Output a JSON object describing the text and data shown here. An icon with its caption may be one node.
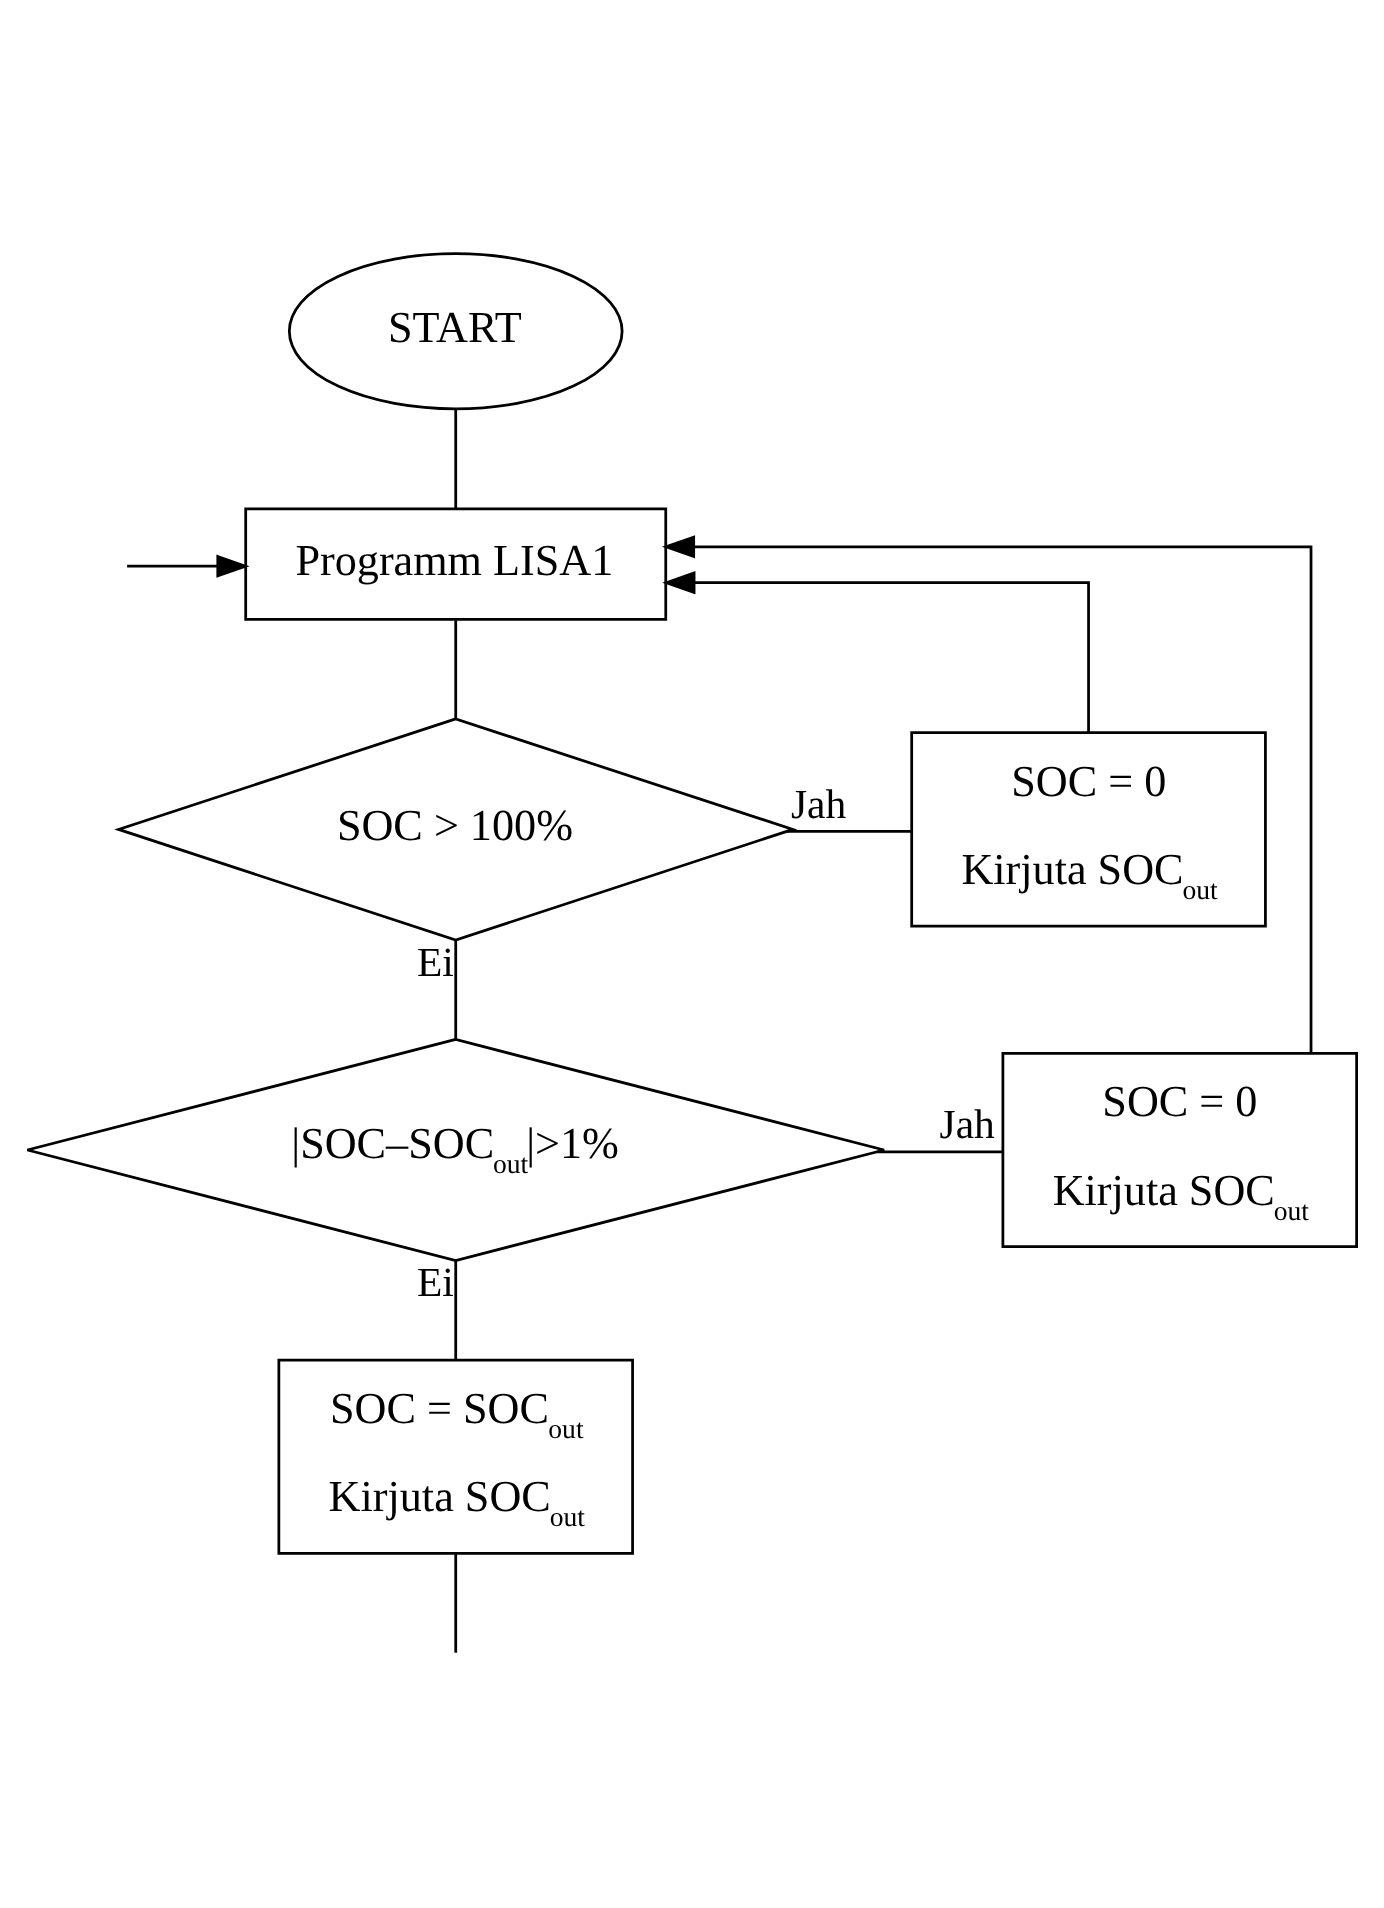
{
  "diagram": {
    "nodes": [
      {
        "text": [
          "START"
        ]
      },
      {
        "text": [
          "Programm LISA1"
        ]
      },
      {
        "text": [
          "SOC > 100%"
        ]
      },
      {
        "text": [
          "SOC = 0",
          "Kirjuta SOC$_{out}$"
        ]
      },
      {
        "text": [
          "|SOC–SOC$_{out}$|>1%"
        ]
      },
      {
        "text": [
          "SOC = 0",
          "Kirjuta SOC$_{out}$"
        ]
      },
      {
        "text": [
          "SOC = SOC$_{out}$",
          "Kirjuta SOC$_{out}$"
        ]
      }
    ],
    "edges": [
      {
        "from": 0,
        "to": 1,
        "arrow": "none"
      },
      {
        "from": null,
        "to": 1,
        "arrow": "to"
      },
      {
        "from": 5,
        "to": 1,
        "arrow": "to"
      },
      {
        "from": 3,
        "to": 1,
        "arrow": "to"
      },
      {
        "from": 1,
        "to": 2,
        "arrow": "none"
      },
      {
        "from": 2,
        "to": 3,
        "arrow": "none",
        "label": "Jah"
      },
      {
        "from": 2,
        "to": 4,
        "arrow": "none",
        "label": "Ei"
      },
      {
        "from": 4,
        "to": 5,
        "arrow": "none",
        "label": "Jah"
      },
      {
        "from": 4,
        "to": 6,
        "arrow": "none",
        "label": "Ei"
      },
      {
        "from": 6,
        "to": null,
        "arrow": "none"
      }
    ]
  }
}
